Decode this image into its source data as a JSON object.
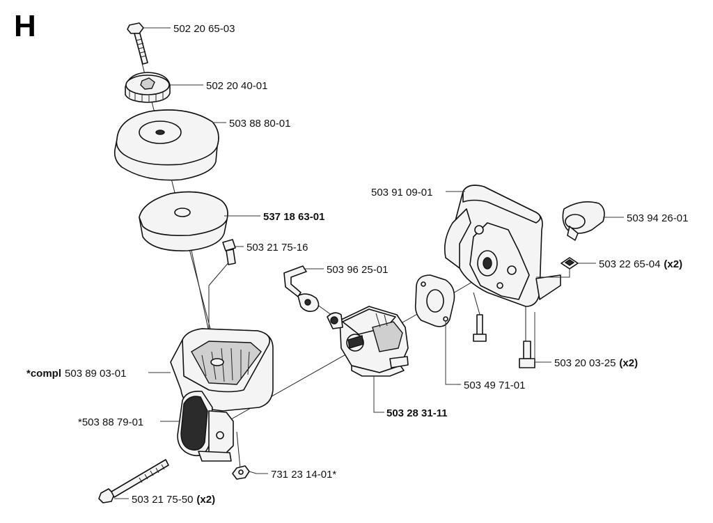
{
  "section_letter": "H",
  "labels": {
    "bolt_top": "502 20 65-03",
    "knob": "502 20 40-01",
    "filter_cover": "503 88 80-01",
    "filter": "537 18 63-01",
    "screw_small": "503 21 75-16",
    "rod_link": "503 96 25-01",
    "carb_mount": "503 91 09-01",
    "lever": "503 94 26-01",
    "clip": "503 22 65-04",
    "clip_qty": "(x2)",
    "gasket": "503 49 71-01",
    "carburetor": "503 28 31-11",
    "bolt_mount": "503 20 03-25",
    "bolt_mount_qty": "(x2)",
    "housing_prefix": "*compl",
    "housing": "503 89 03-01",
    "handle": "*503 88 79-01",
    "nut": "731 23 14-01*",
    "bolt_long": "503 21 75-50",
    "bolt_long_qty": "(x2)"
  }
}
